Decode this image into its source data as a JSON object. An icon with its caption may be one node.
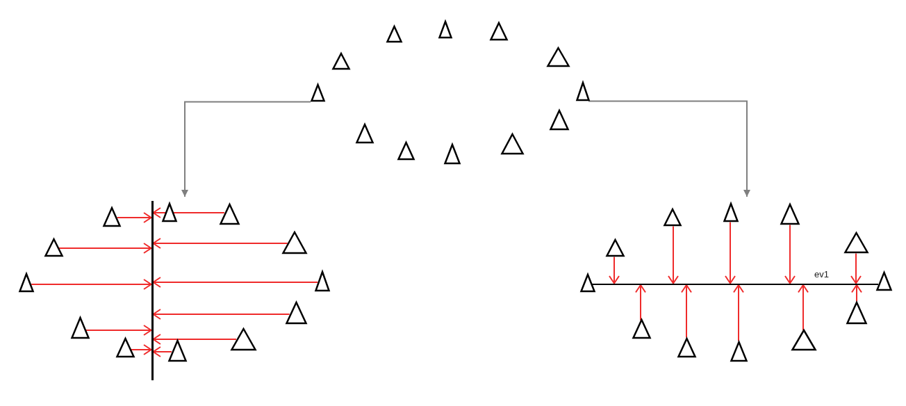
{
  "diagram": {
    "nodes": [
      {
        "text": [],
        "shape": "triangle"
      },
      {
        "text": [],
        "shape": "triangle"
      },
      {
        "text": [],
        "shape": "triangle"
      },
      {
        "text": [],
        "shape": "triangle"
      },
      {
        "text": [],
        "shape": "triangle"
      },
      {
        "text": [],
        "shape": "triangle"
      },
      {
        "text": [],
        "shape": "triangle"
      },
      {
        "text": [],
        "shape": "triangle"
      },
      {
        "text": [],
        "shape": "triangle"
      },
      {
        "text": [],
        "shape": "triangle"
      },
      {
        "text": [],
        "shape": "triangle"
      },
      {
        "text": [],
        "shape": "triangle"
      },
      {
        "text": [],
        "shape": "line"
      },
      {
        "text": [],
        "shape": "triangle"
      },
      {
        "text": [],
        "shape": "triangle"
      },
      {
        "text": [],
        "shape": "triangle"
      },
      {
        "text": [],
        "shape": "triangle"
      },
      {
        "text": [],
        "shape": "triangle"
      },
      {
        "text": [],
        "shape": "triangle"
      },
      {
        "text": [],
        "shape": "triangle"
      },
      {
        "text": [],
        "shape": "triangle"
      },
      {
        "text": [],
        "shape": "triangle"
      },
      {
        "text": [],
        "shape": "triangle"
      },
      {
        "text": [],
        "shape": "triangle"
      },
      {
        "text": [],
        "shape": "triangle"
      },
      {
        "text": [],
        "shape": "line",
        "beside": [
          "ev1"
        ]
      },
      {
        "text": [],
        "shape": "triangle"
      },
      {
        "text": [],
        "shape": "triangle"
      },
      {
        "text": [],
        "shape": "triangle"
      },
      {
        "text": [],
        "shape": "triangle"
      },
      {
        "text": [],
        "shape": "triangle"
      },
      {
        "text": [],
        "shape": "triangle"
      },
      {
        "text": [],
        "shape": "triangle"
      },
      {
        "text": [],
        "shape": "triangle"
      },
      {
        "text": [],
        "shape": "triangle"
      },
      {
        "text": [],
        "shape": "triangle"
      },
      {
        "text": [],
        "shape": "triangle"
      },
      {
        "text": [],
        "shape": "triangle"
      }
    ],
    "edges": [
      {
        "from": 0,
        "to": 14,
        "arrow": "to",
        "color": "#7f7f7f"
      },
      {
        "from": 11,
        "to": 31,
        "arrow": "to",
        "color": "#7f7f7f"
      },
      {
        "from": 13,
        "to": 12,
        "arrow": "to"
      },
      {
        "from": 15,
        "to": 12,
        "arrow": "to"
      },
      {
        "from": 16,
        "to": 12,
        "arrow": "to"
      },
      {
        "from": 17,
        "to": 12,
        "arrow": "to"
      },
      {
        "from": 18,
        "to": 12,
        "arrow": "to"
      },
      {
        "from": 19,
        "to": 12,
        "arrow": "to"
      },
      {
        "from": 20,
        "to": 12,
        "arrow": "to"
      },
      {
        "from": 21,
        "to": 12,
        "arrow": "to"
      },
      {
        "from": 22,
        "to": 12,
        "arrow": "to"
      },
      {
        "from": 23,
        "to": 12,
        "arrow": "to"
      },
      {
        "from": 24,
        "to": 12,
        "arrow": "to"
      },
      {
        "from": 27,
        "to": 25,
        "arrow": "to"
      },
      {
        "from": 28,
        "to": 25,
        "arrow": "to"
      },
      {
        "from": 29,
        "to": 25,
        "arrow": "to"
      },
      {
        "from": 30,
        "to": 25,
        "arrow": "to"
      },
      {
        "from": 31,
        "to": 25,
        "arrow": "to"
      },
      {
        "from": 32,
        "to": 25,
        "arrow": "to"
      },
      {
        "from": 33,
        "to": 25,
        "arrow": "to"
      },
      {
        "from": 34,
        "to": 25,
        "arrow": "to"
      },
      {
        "from": 35,
        "to": 25,
        "arrow": "to"
      },
      {
        "from": 36,
        "to": 25,
        "arrow": "to"
      }
    ]
  }
}
